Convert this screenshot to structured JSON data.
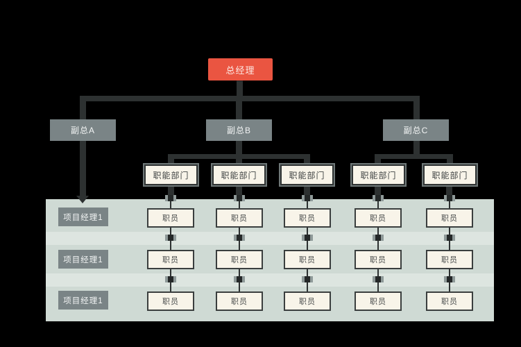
{
  "org": {
    "root": {
      "label": "总经理"
    },
    "vice_presidents": [
      {
        "label": "副总A"
      },
      {
        "label": "副总B"
      },
      {
        "label": "副总C"
      }
    ],
    "departments": [
      {
        "label": "职能部门"
      },
      {
        "label": "职能部门"
      },
      {
        "label": "职能部门"
      },
      {
        "label": "职能部门"
      },
      {
        "label": "职能部门"
      }
    ],
    "project_managers": [
      {
        "label": "项目经理1"
      },
      {
        "label": "项目经理1"
      },
      {
        "label": "项目经理1"
      }
    ],
    "staff_rows": [
      [
        "职员",
        "职员",
        "职员",
        "职员",
        "职员"
      ],
      [
        "职员",
        "职员",
        "职员",
        "职员",
        "职员"
      ],
      [
        "职员",
        "职员",
        "职员",
        "职员",
        "职员"
      ]
    ],
    "colors": {
      "canvas": "#000000",
      "root_box": "#ea5541",
      "manager_box": "#7a8486",
      "card_box": "#f8f4e9",
      "connector": "#2d3131",
      "matrix_bg": "#cfdad4",
      "matrix_band": "#dde5e0"
    }
  }
}
